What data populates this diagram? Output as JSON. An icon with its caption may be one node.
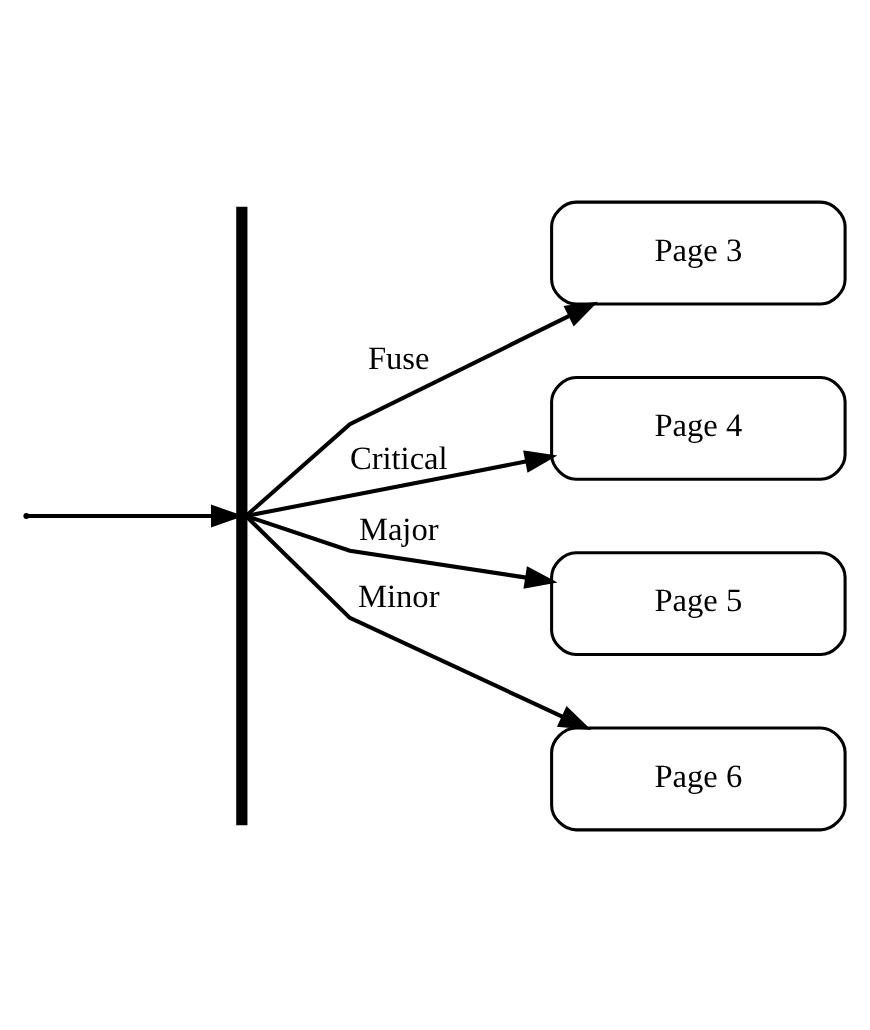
{
  "diagram": {
    "nodes": [
      {
        "text": [],
        "shape": "bar"
      },
      {
        "text": [
          "Page 3"
        ]
      },
      {
        "text": [
          "Page 4"
        ]
      },
      {
        "text": [
          "Page 5"
        ]
      },
      {
        "text": [
          "Page 6"
        ]
      }
    ],
    "edges": [
      {
        "from": null,
        "to": 0,
        "arrow": "to"
      },
      {
        "from": 0,
        "to": 1,
        "arrow": "to",
        "label": "Fuse"
      },
      {
        "from": 0,
        "to": 2,
        "arrow": "to",
        "label": "Critical"
      },
      {
        "from": 0,
        "to": 3,
        "arrow": "to",
        "label": "Major"
      },
      {
        "from": 0,
        "to": 4,
        "arrow": "to",
        "label": "Minor"
      }
    ]
  }
}
